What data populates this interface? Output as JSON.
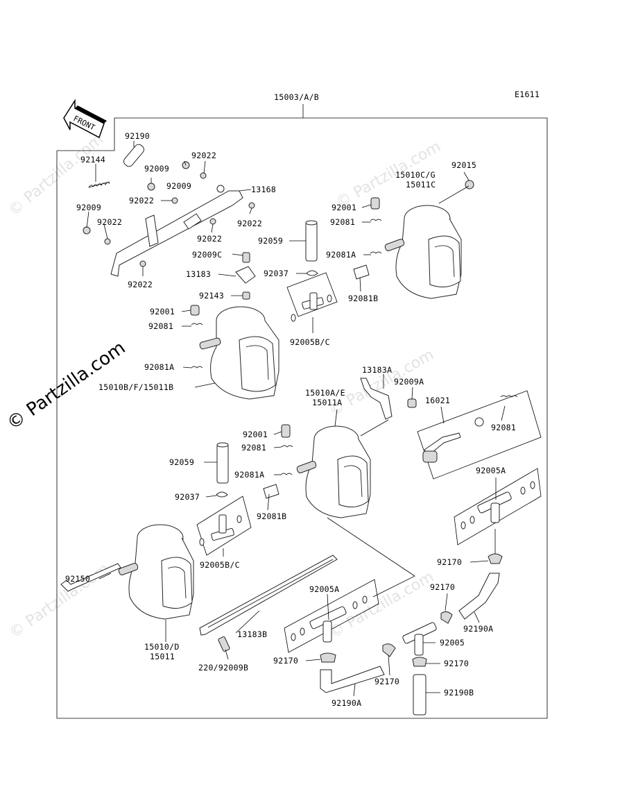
{
  "diagram": {
    "code": "E1611",
    "front_label": "FRONT",
    "assembly_label": "15003/A/B",
    "watermark": "© Partzilla.com",
    "parts": [
      "92190",
      "92144",
      "92009",
      "92022",
      "92009",
      "92022",
      "13168",
      "92009",
      "92022",
      "92022",
      "92022",
      "92022",
      "92009C",
      "13183",
      "92143",
      "92001",
      "92081",
      "92081A",
      "15010B/F/15011B",
      "92059",
      "92037",
      "92005B/C",
      "92015",
      "15010C/G",
      "15011C",
      "92001",
      "92081",
      "92081A",
      "92081B",
      "13183A",
      "92009A",
      "16021",
      "92081",
      "15010A/E",
      "15011A",
      "92001",
      "92081",
      "92081A",
      "92059",
      "92037",
      "92081B",
      "92005B/C",
      "92005A",
      "92150",
      "92170",
      "92170",
      "92190A",
      "92005A",
      "92005",
      "92170",
      "92170",
      "92190B",
      "15010/D",
      "15011",
      "13183B",
      "220/92009B",
      "92170",
      "92190A"
    ]
  }
}
